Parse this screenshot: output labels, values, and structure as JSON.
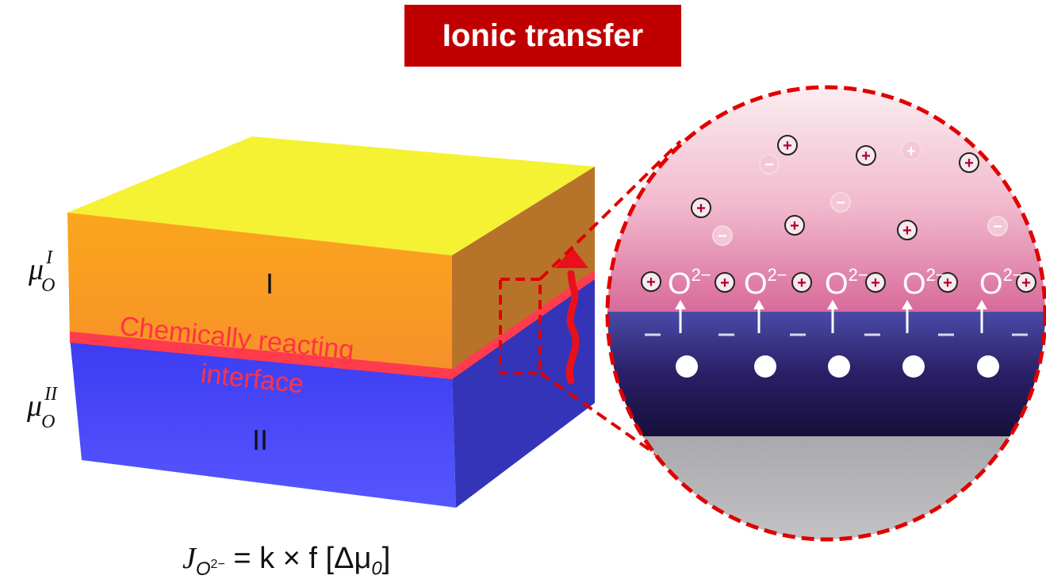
{
  "title": "Ionic transfer",
  "layers": {
    "top_label": "I",
    "bottom_label": "II",
    "interface_line1": "Chemically reacting",
    "interface_line2": "interface"
  },
  "potentials": {
    "mu": "μ",
    "subscript": "O",
    "top_superscript": "I",
    "bottom_superscript": "II"
  },
  "equation": {
    "flux": "J",
    "flux_subscript": "O",
    "flux_charge": "2−",
    "rhs": "= k × f [Δμ",
    "rhs_subscript": "0",
    "close": "]"
  },
  "zoom": {
    "oxygen_label": "O",
    "oxygen_charge": "2−",
    "plus": "+",
    "minus": "−"
  },
  "colors": {
    "title_bg": "#c00000",
    "layer_top": "#f7931e",
    "layer_bottom": "#4a4aff",
    "interface": "#ff3344",
    "zoom_border": "#e00000"
  }
}
